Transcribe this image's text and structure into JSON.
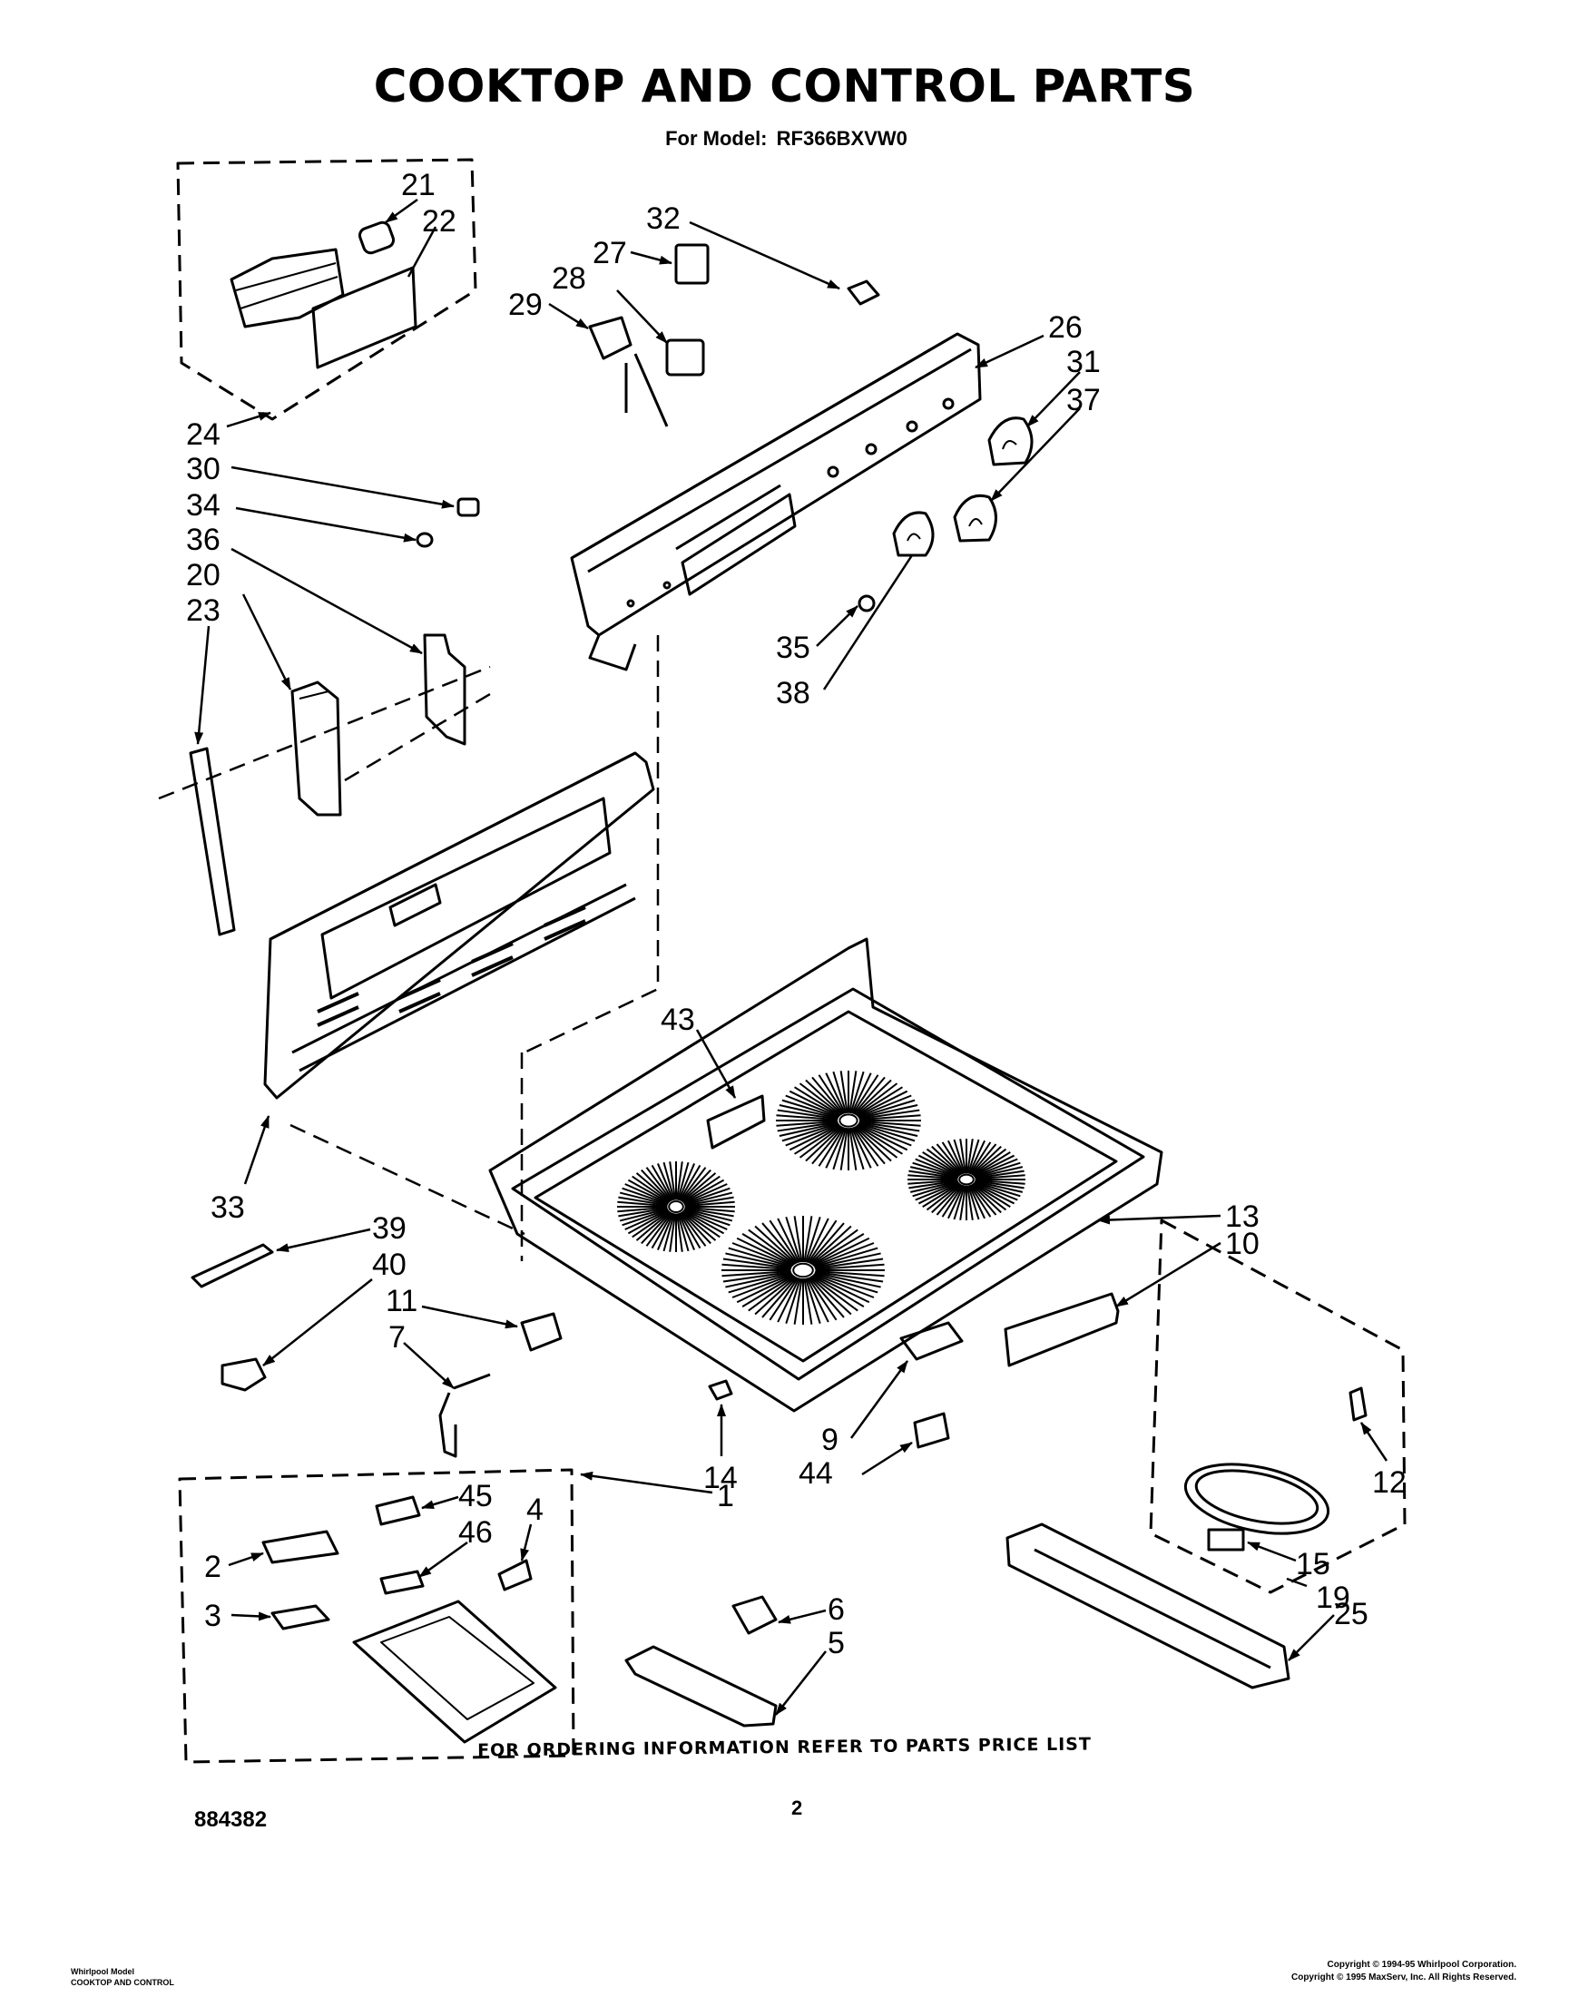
{
  "header": {
    "title": "COOKTOP AND CONTROL PARTS",
    "model_label": "For Model:",
    "model_number": "RF366BXVW0"
  },
  "footer": {
    "ordering_note": "FOR ORDERING INFORMATION REFER TO PARTS PRICE LIST",
    "page_number": "2",
    "document_number": "884382",
    "copyright_line_1": "Copyright © 1994-95 Whirlpool Corporation.",
    "copyright_line_2": "Copyright © 1995 MaxServ, Inc.  All Rights Reserved.",
    "model_caption_line_1": "Whirlpool Model",
    "model_caption_line_2": "COOKTOP AND CONTROL"
  },
  "callouts": {
    "c21": "21",
    "c22": "22",
    "c32": "32",
    "c27": "27",
    "c28": "28",
    "c29": "29",
    "c26": "26",
    "c31": "31",
    "c37": "37",
    "c24": "24",
    "c30": "30",
    "c34": "34",
    "c36": "36",
    "c20": "20",
    "c23": "23",
    "c35": "35",
    "c38": "38",
    "c43": "43",
    "c33": "33",
    "c13": "13",
    "c10": "10",
    "c39": "39",
    "c40": "40",
    "c11": "11",
    "c7": "7",
    "c9": "9",
    "c44": "44",
    "c14": "14",
    "c1": "1",
    "c12": "12",
    "c45": "45",
    "c46": "46",
    "c4": "4",
    "c2": "2",
    "c3": "3",
    "c15": "15",
    "c19": "19",
    "c6": "6",
    "c5": "5",
    "c25": "25"
  }
}
